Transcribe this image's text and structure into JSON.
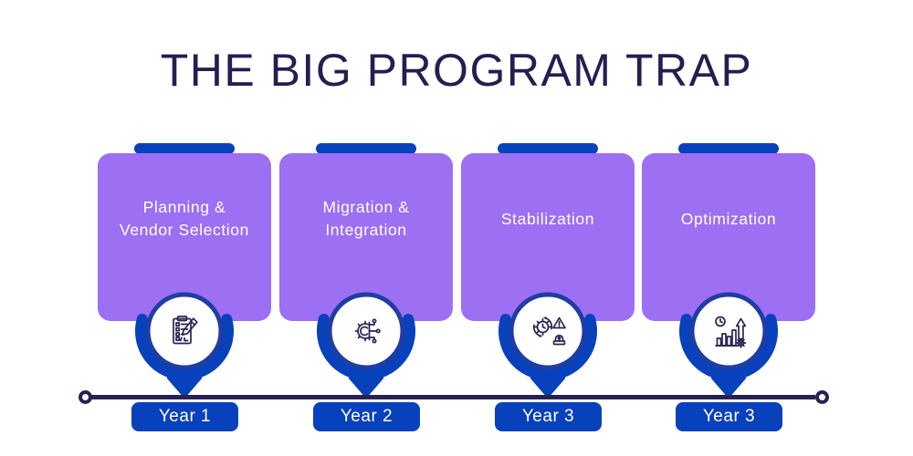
{
  "title": "THE BIG PROGRAM TRAP",
  "colors": {
    "card_purple": "#9C6FF3",
    "accent_blue": "#0841BC",
    "circle_ring_blue": "#1F3DA3",
    "dark_navy": "#261d50",
    "card_text": "#FFFFFF"
  },
  "cards": [
    {
      "label": "Planning &\nVendor Selection",
      "year": "Year 1",
      "icon": "clipboard-checklist-pencil-icon"
    },
    {
      "label": "Migration &\nIntegration",
      "year": "Year 2",
      "icon": "gear-network-integration-icon"
    },
    {
      "label": "Stabilization",
      "year": "Year 3",
      "icon": "gear-clock-warning-alarm-icon"
    },
    {
      "label": "Optimization",
      "year": "Year 3",
      "icon": "growth-chart-arrow-gear-icon"
    }
  ],
  "timeline": {
    "style": "horizontal line with ring endpoints",
    "year_labels": [
      "Year 1",
      "Year 2",
      "Year 3",
      "Year 3"
    ]
  }
}
